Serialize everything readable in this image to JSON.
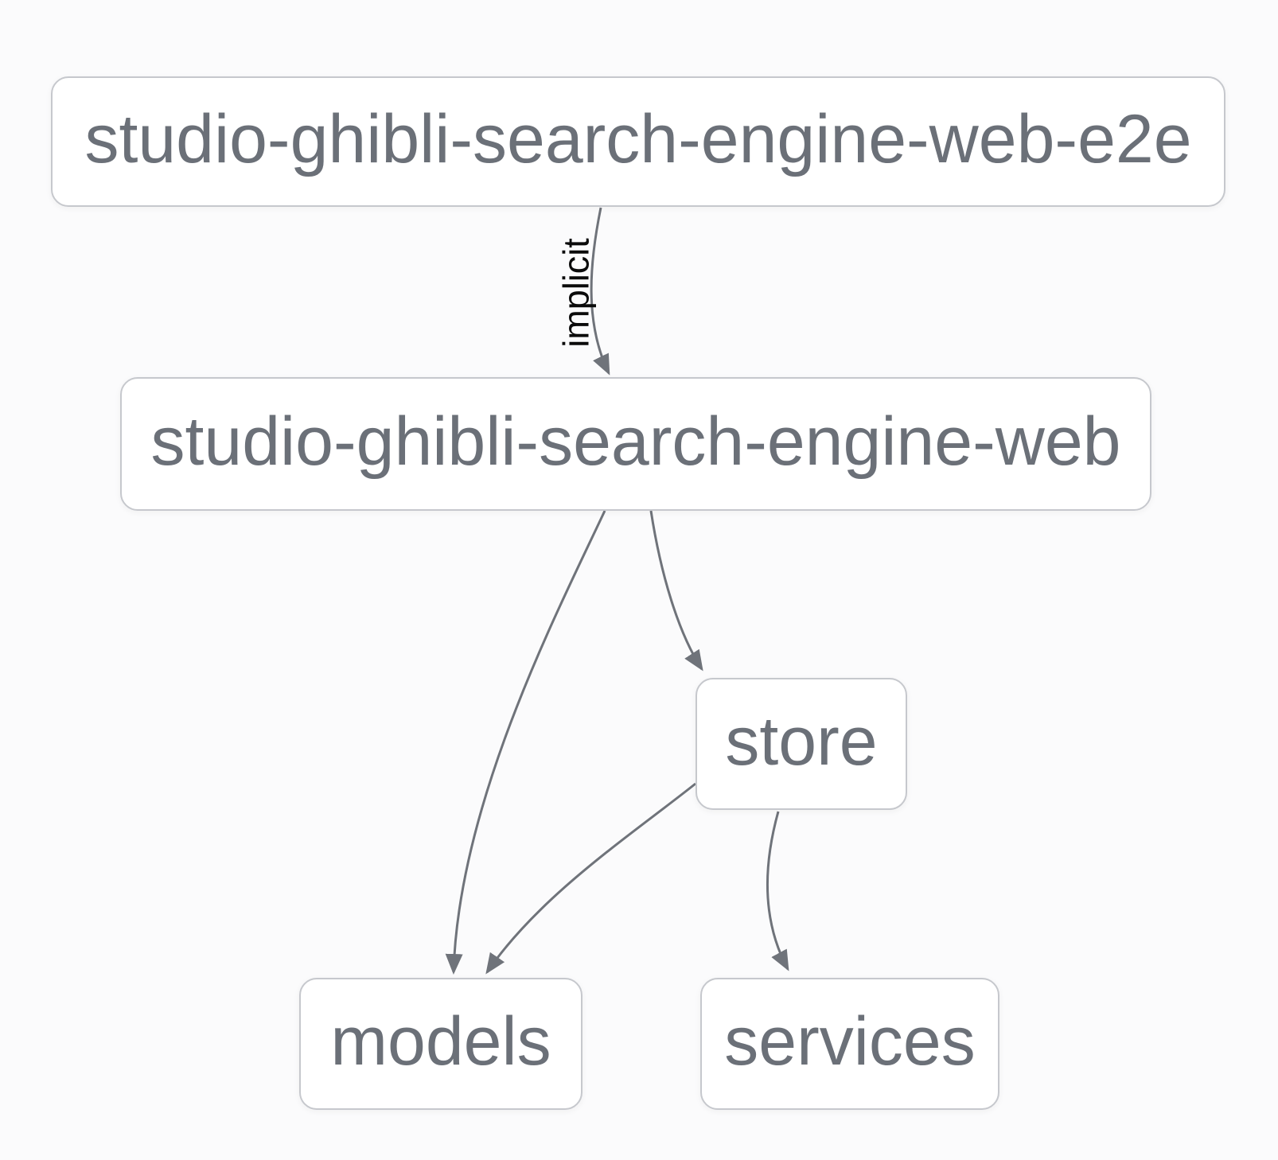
{
  "diagram": {
    "type": "project-dependency-graph",
    "nodes": [
      {
        "id": "studio-ghibli-search-engine-web-e2e",
        "label": "studio-ghibli-search-engine-web-e2e"
      },
      {
        "id": "studio-ghibli-search-engine-web",
        "label": "studio-ghibli-search-engine-web"
      },
      {
        "id": "store",
        "label": "store"
      },
      {
        "id": "models",
        "label": "models"
      },
      {
        "id": "services",
        "label": "services"
      }
    ],
    "edges": [
      {
        "from": "studio-ghibli-search-engine-web-e2e",
        "to": "studio-ghibli-search-engine-web",
        "label": "implicit"
      },
      {
        "from": "studio-ghibli-search-engine-web",
        "to": "models",
        "label": ""
      },
      {
        "from": "studio-ghibli-search-engine-web",
        "to": "store",
        "label": ""
      },
      {
        "from": "store",
        "to": "models",
        "label": ""
      },
      {
        "from": "store",
        "to": "services",
        "label": ""
      }
    ],
    "colors": {
      "background": "#fbfbfc",
      "node_fill": "#ffffff",
      "node_border": "#c6c8cd",
      "node_text": "#6b7078",
      "edge_stroke": "#6f737a",
      "edge_label_text": "#0b0b0b"
    }
  }
}
